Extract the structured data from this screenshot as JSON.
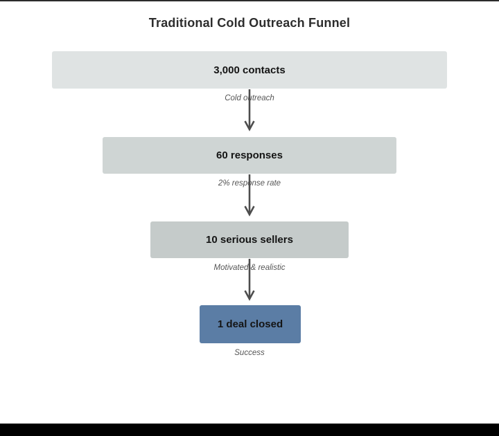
{
  "page": {
    "title": "Traditional Cold Outreach Funnel"
  },
  "funnel": {
    "stages": [
      {
        "label": "3,000 contacts",
        "value": 3000,
        "note": "Cold outreach",
        "color": "#dfe3e3"
      },
      {
        "label": "60 responses",
        "value": 60,
        "note": "2% response rate",
        "color": "#cfd5d4"
      },
      {
        "label": "10 serious sellers",
        "value": 10,
        "note": "Motivated & realistic",
        "color": "#c5cbca"
      },
      {
        "label": "1 deal closed",
        "value": 1,
        "note": "Success",
        "color": "#5b7da5"
      }
    ]
  },
  "chart_data": {
    "type": "funnel",
    "title": "Traditional Cold Outreach Funnel",
    "categories": [
      "3,000 contacts",
      "60 responses",
      "10 serious sellers",
      "1 deal closed"
    ],
    "values": [
      3000,
      60,
      10,
      1
    ],
    "stage_annotations": [
      "Cold outreach",
      "2% response rate",
      "Motivated & realistic",
      "Success"
    ],
    "legend": false,
    "grid": false
  },
  "colors": {
    "background": "#ffffff",
    "title_text": "#2d2d2d",
    "bar_text": "#141414",
    "note_text": "#555555",
    "arrow": "#4d4d4d",
    "top_edge": "#2b2b2b",
    "bottom_bar": "#000000"
  }
}
